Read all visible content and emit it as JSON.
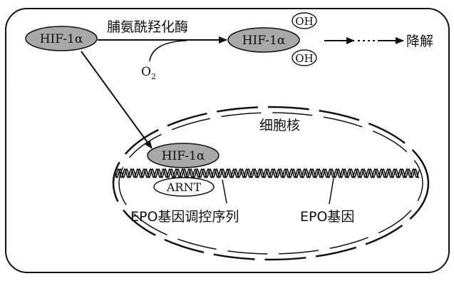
{
  "labels": {
    "hif_left": "HIF-1α",
    "enzyme": "脯氨酰羟化酶",
    "o2_main": "O",
    "o2_sub": "2",
    "hif_right": "HIF-1α",
    "oh_top": "OH",
    "oh_bottom": "OH",
    "degradation": "降解",
    "nucleus": "细胞核",
    "hif_nucleus": "HIF-1α",
    "arnt": "ARNT",
    "epo_regulatory": "EPO基因调控序列",
    "epo_gene": "EPO基因"
  },
  "colors": {
    "ellipse_fill": "#a9a9a9",
    "stroke": "#111111",
    "background": "#ffffff"
  }
}
